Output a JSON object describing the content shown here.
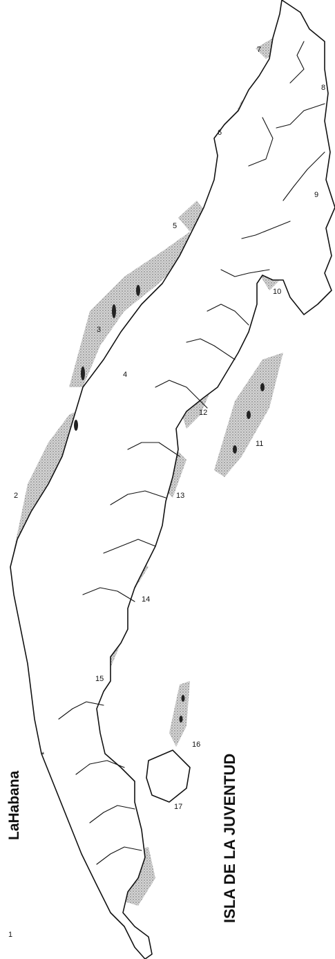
{
  "map": {
    "city_label": "LaHabana",
    "island_label": "ISLA DE LA JUVENTUD",
    "capital_marker": "*",
    "regions": [
      "1",
      "2",
      "3",
      "4",
      "5",
      "6",
      "7",
      "8",
      "9",
      "10",
      "11",
      "12",
      "13",
      "14",
      "15",
      "16",
      "17"
    ],
    "colors": {
      "land": "#ffffff",
      "coast": "#111111",
      "shading": "#9a9a9a"
    }
  }
}
